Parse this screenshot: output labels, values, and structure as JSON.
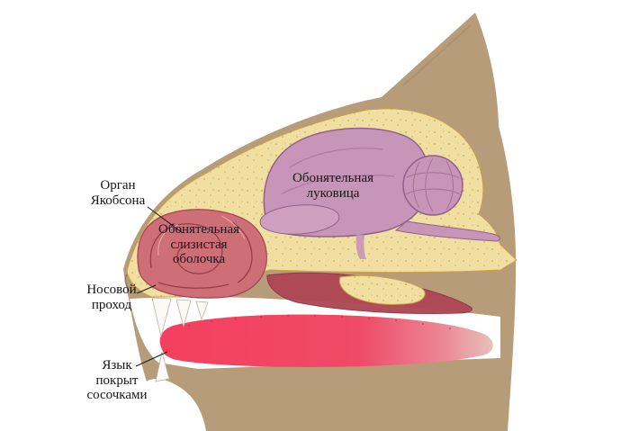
{
  "figure": {
    "description": "Sagittal anatomical diagram of a cat head showing olfactory structures",
    "background": "#ffffff"
  },
  "palette": {
    "fur": "#b69c79",
    "bone": "#f0dfa0",
    "bone_speckle": "#c9a24a",
    "brain": "#c795b7",
    "brain_outline": "#91618b",
    "olfactory_bulb": "#cf9fc0",
    "turbinates": "#ce6f78",
    "turbinate_detail": "#993c47",
    "soft_palate": "#ad4755",
    "tongue": "#f4405f",
    "tooth": "#fbfaf4",
    "label_text": "#161616"
  },
  "labels": {
    "jacobson": {
      "text": "Орган\nЯкобсона"
    },
    "bulb": {
      "text": "Обонятельная\nлуковица"
    },
    "mucosa": {
      "text": "Обонятельная\nслизистая\nоболочка"
    },
    "nasal": {
      "text": "Носовой\nпроход"
    },
    "tongue": {
      "text": "Язык\nпокрыт\nсосочками"
    }
  }
}
